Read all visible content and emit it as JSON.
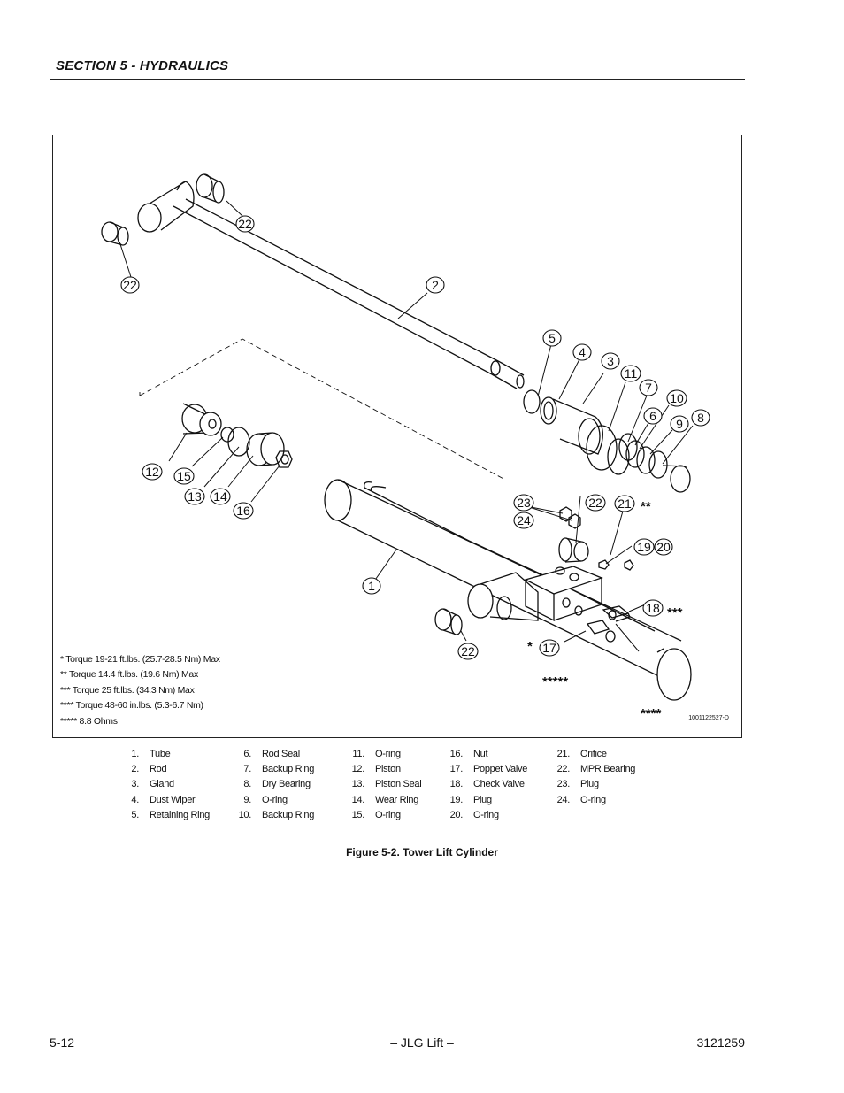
{
  "header": {
    "section_title": "SECTION 5 - HYDRAULICS"
  },
  "figure": {
    "callouts": {
      "c22a": "22",
      "c22b": "22",
      "c2": "2",
      "c5": "5",
      "c4": "4",
      "c3": "3",
      "c11": "11",
      "c7": "7",
      "c10": "10",
      "c6": "6",
      "c9": "9",
      "c8": "8",
      "c12": "12",
      "c15": "15",
      "c13": "13",
      "c14": "14",
      "c16": "16",
      "c23": "23",
      "c24": "24",
      "c22c": "22",
      "c21": "21",
      "c19": "19",
      "c20": "20",
      "c1": "1",
      "c18": "18",
      "c22d": "22",
      "c17": "17"
    },
    "asterisks": {
      "a21": "**",
      "a18": "***",
      "a17": "*",
      "a5": "*****",
      "a4": "****"
    },
    "torque_notes": [
      "* Torque 19-21 ft.lbs. (25.7-28.5 Nm) Max",
      "** Torque 14.4 ft.lbs. (19.6 Nm) Max",
      "*** Torque 25 ft.lbs. (34.3 Nm) Max",
      "**** Torque 48-60 in.lbs. (5.3-6.7 Nm)",
      "***** 8.8 Ohms"
    ],
    "drawing_number": "1001122527-D"
  },
  "legend": {
    "columns": [
      [
        {
          "num": "1.",
          "name": "Tube"
        },
        {
          "num": "2.",
          "name": "Rod"
        },
        {
          "num": "3.",
          "name": "Gland"
        },
        {
          "num": "4.",
          "name": "Dust Wiper"
        },
        {
          "num": "5.",
          "name": "Retaining Ring"
        }
      ],
      [
        {
          "num": "6.",
          "name": "Rod Seal"
        },
        {
          "num": "7.",
          "name": "Backup Ring"
        },
        {
          "num": "8.",
          "name": "Dry Bearing"
        },
        {
          "num": "9.",
          "name": "O-ring"
        },
        {
          "num": "10.",
          "name": "Backup Ring"
        }
      ],
      [
        {
          "num": "11.",
          "name": "O-ring"
        },
        {
          "num": "12.",
          "name": "Piston"
        },
        {
          "num": "13.",
          "name": "Piston Seal"
        },
        {
          "num": "14.",
          "name": "Wear Ring"
        },
        {
          "num": "15.",
          "name": "O-ring"
        }
      ],
      [
        {
          "num": "16.",
          "name": "Nut"
        },
        {
          "num": "17.",
          "name": "Poppet Valve"
        },
        {
          "num": "18.",
          "name": "Check Valve"
        },
        {
          "num": "19.",
          "name": "Plug"
        },
        {
          "num": "20.",
          "name": "O-ring"
        }
      ],
      [
        {
          "num": "21.",
          "name": "Orifice"
        },
        {
          "num": "22.",
          "name": "MPR Bearing"
        },
        {
          "num": "23.",
          "name": "Plug"
        },
        {
          "num": "24.",
          "name": "O-ring"
        }
      ]
    ]
  },
  "caption": "Figure 5-2.  Tower Lift Cylinder",
  "footer": {
    "page": "5-12",
    "center": "– JLG Lift –",
    "doc_number": "3121259"
  }
}
